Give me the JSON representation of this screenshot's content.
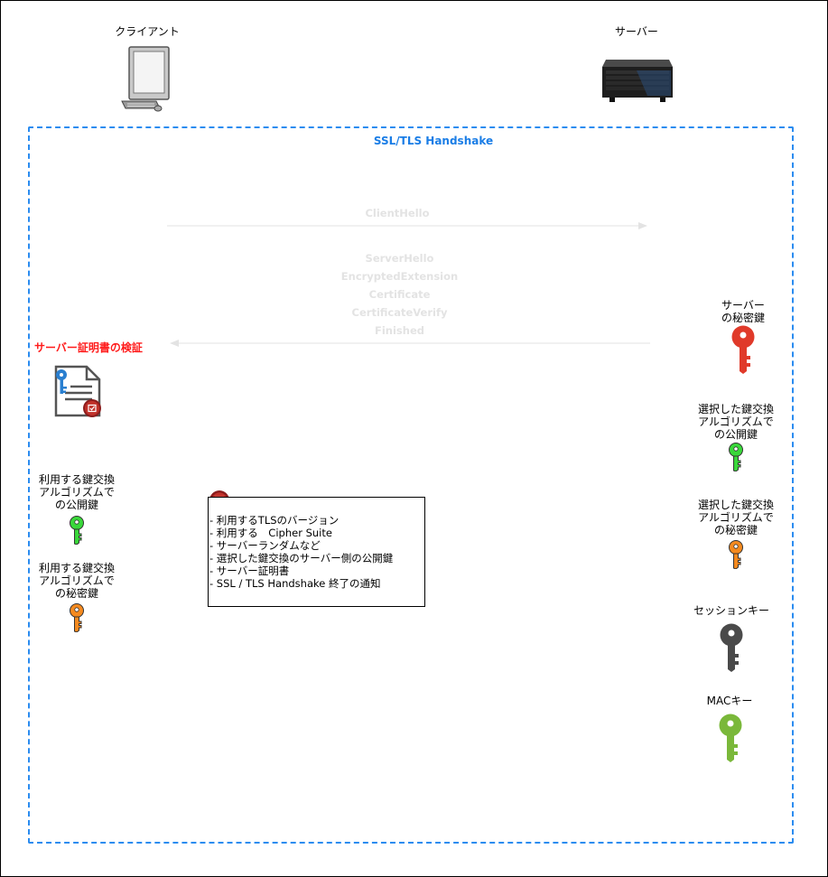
{
  "client": {
    "label": "クライアント"
  },
  "server": {
    "label": "サーバー"
  },
  "handshake": {
    "title": "SSL/TLS Handshake",
    "client_hello": "ClientHello",
    "server_messages": [
      "ServerHello",
      "EncryptedExtension",
      "Certificate",
      "CertificateVerify",
      "Finished"
    ]
  },
  "verify": {
    "label": "サーバー証明書の検証"
  },
  "server_keys": {
    "private_key": "サーバー\nの秘密鍵",
    "kex_public": "選択した鍵交換\nアルゴリズムで\nの公開鍵",
    "kex_private": "選択した鍵交換\nアルゴリズムで\nの秘密鍵",
    "session_key": "セッションキー",
    "mac_key": "MACキー"
  },
  "client_keys": {
    "kex_public": "利用する鍵交換\nアルゴリズムで\nの公開鍵",
    "kex_private": "利用する鍵交換\nアルゴリズムで\nの秘密鍵"
  },
  "info_items": [
    "- 利用するTLSのバージョン",
    "- 利用する　Cipher Suite",
    "- サーバーランダムなど",
    "- 選択した鍵交換のサーバー側の公開鍵",
    "- サーバー証明書",
    "- SSL / TLS Handshake 終了の通知"
  ],
  "colors": {
    "dashed_border": "#2b8cf0",
    "title_blue": "#1a7de6",
    "verify_red": "#ff1a1a",
    "key_red": "#e03a2a",
    "key_green": "#39d83a",
    "key_orange": "#f58a1f",
    "key_gray": "#4a4a4a",
    "key_olive": "#7ab83a"
  },
  "icons": [
    "computer-icon",
    "server-icon",
    "certificate-icon",
    "seal-icon",
    "key-icon"
  ]
}
